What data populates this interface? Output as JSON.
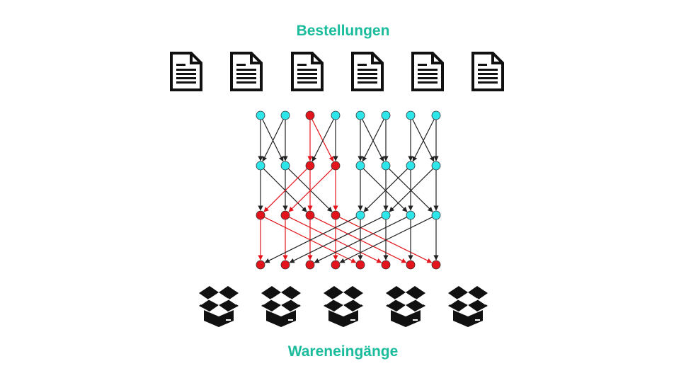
{
  "title_top": "Bestellungen",
  "title_bottom": "Wareneingänge",
  "icons": {
    "order": "document-icon",
    "goods_receipt": "box-icon"
  },
  "colors": {
    "title": "#1abc9c",
    "node_idle": "#2ee6ea",
    "node_active": "#e3141b",
    "edge_idle": "#222222",
    "edge_active": "#e3141b"
  },
  "counts": {
    "orders": 6,
    "receipts": 5
  },
  "network": {
    "layers": [
      [
        "idle",
        "idle",
        "active",
        "idle",
        "idle",
        "idle",
        "idle",
        "idle"
      ],
      [
        "idle",
        "idle",
        "active",
        "active",
        "idle",
        "idle",
        "idle",
        "idle"
      ],
      [
        "active",
        "active",
        "active",
        "active",
        "idle",
        "idle",
        "idle",
        "idle"
      ],
      [
        "active",
        "active",
        "active",
        "active",
        "active",
        "active",
        "active",
        "active"
      ]
    ],
    "edges": [
      [
        0,
        0,
        0,
        "idle"
      ],
      [
        0,
        0,
        1,
        "idle"
      ],
      [
        0,
        1,
        0,
        "idle"
      ],
      [
        0,
        1,
        1,
        "idle"
      ],
      [
        0,
        2,
        2,
        "active"
      ],
      [
        0,
        2,
        3,
        "active"
      ],
      [
        0,
        3,
        2,
        "idle"
      ],
      [
        0,
        3,
        3,
        "idle"
      ],
      [
        0,
        4,
        4,
        "idle"
      ],
      [
        0,
        4,
        5,
        "idle"
      ],
      [
        0,
        5,
        4,
        "idle"
      ],
      [
        0,
        5,
        5,
        "idle"
      ],
      [
        0,
        6,
        6,
        "idle"
      ],
      [
        0,
        6,
        7,
        "idle"
      ],
      [
        0,
        7,
        6,
        "idle"
      ],
      [
        0,
        7,
        7,
        "idle"
      ],
      [
        1,
        0,
        0,
        "idle"
      ],
      [
        1,
        0,
        2,
        "idle"
      ],
      [
        1,
        1,
        1,
        "idle"
      ],
      [
        1,
        1,
        3,
        "idle"
      ],
      [
        1,
        2,
        0,
        "active"
      ],
      [
        1,
        2,
        2,
        "active"
      ],
      [
        1,
        3,
        1,
        "active"
      ],
      [
        1,
        3,
        3,
        "active"
      ],
      [
        1,
        4,
        4,
        "idle"
      ],
      [
        1,
        4,
        6,
        "idle"
      ],
      [
        1,
        5,
        5,
        "idle"
      ],
      [
        1,
        5,
        7,
        "idle"
      ],
      [
        1,
        6,
        4,
        "idle"
      ],
      [
        1,
        6,
        6,
        "idle"
      ],
      [
        1,
        7,
        5,
        "idle"
      ],
      [
        1,
        7,
        7,
        "idle"
      ],
      [
        2,
        0,
        0,
        "active"
      ],
      [
        2,
        0,
        4,
        "active"
      ],
      [
        2,
        1,
        1,
        "active"
      ],
      [
        2,
        1,
        5,
        "active"
      ],
      [
        2,
        2,
        2,
        "active"
      ],
      [
        2,
        2,
        6,
        "active"
      ],
      [
        2,
        3,
        3,
        "active"
      ],
      [
        2,
        3,
        7,
        "active"
      ],
      [
        2,
        4,
        0,
        "idle"
      ],
      [
        2,
        4,
        4,
        "idle"
      ],
      [
        2,
        5,
        1,
        "idle"
      ],
      [
        2,
        5,
        5,
        "idle"
      ],
      [
        2,
        6,
        2,
        "idle"
      ],
      [
        2,
        6,
        6,
        "idle"
      ],
      [
        2,
        7,
        3,
        "idle"
      ],
      [
        2,
        7,
        7,
        "idle"
      ]
    ]
  }
}
